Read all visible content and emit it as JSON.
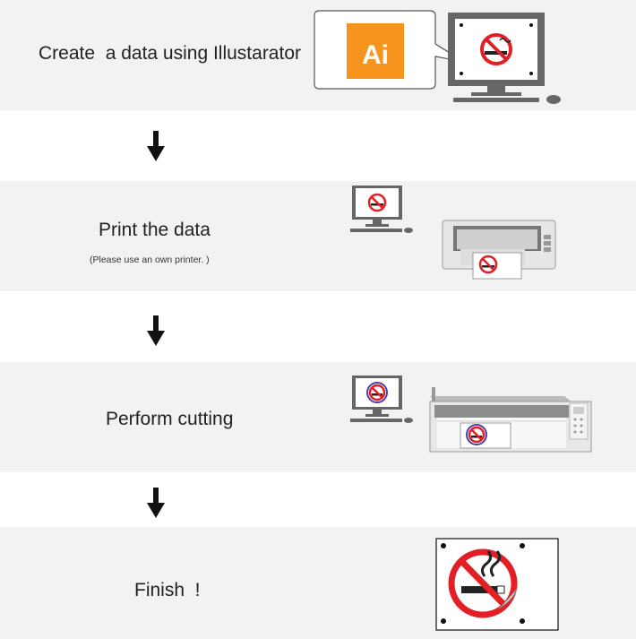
{
  "steps": [
    {
      "label": "Create  a data using Illustarator",
      "illustration": "ai-logo-speech-bubble-and-computer-monitor"
    },
    {
      "label": "Print the data",
      "note": "(Please use an own printer. )",
      "illustration": "computer-monitor-and-desktop-printer"
    },
    {
      "label": "Perform cutting",
      "illustration": "computer-monitor-and-cutting-plotter"
    },
    {
      "label": "Finish  !",
      "illustration": "finished-no-smoking-sticker"
    }
  ],
  "ai_logo_text": "Ai",
  "icons": [
    "down-arrow-icon",
    "no-smoking-icon",
    "computer-monitor-icon",
    "printer-icon",
    "cutting-plotter-icon"
  ],
  "colors": {
    "band": "#f2f2f2",
    "ai_orange": "#f7941d",
    "no_smoking_red": "#e31e24",
    "arrow": "#111111",
    "registration_ring": "#4b3fa8"
  }
}
